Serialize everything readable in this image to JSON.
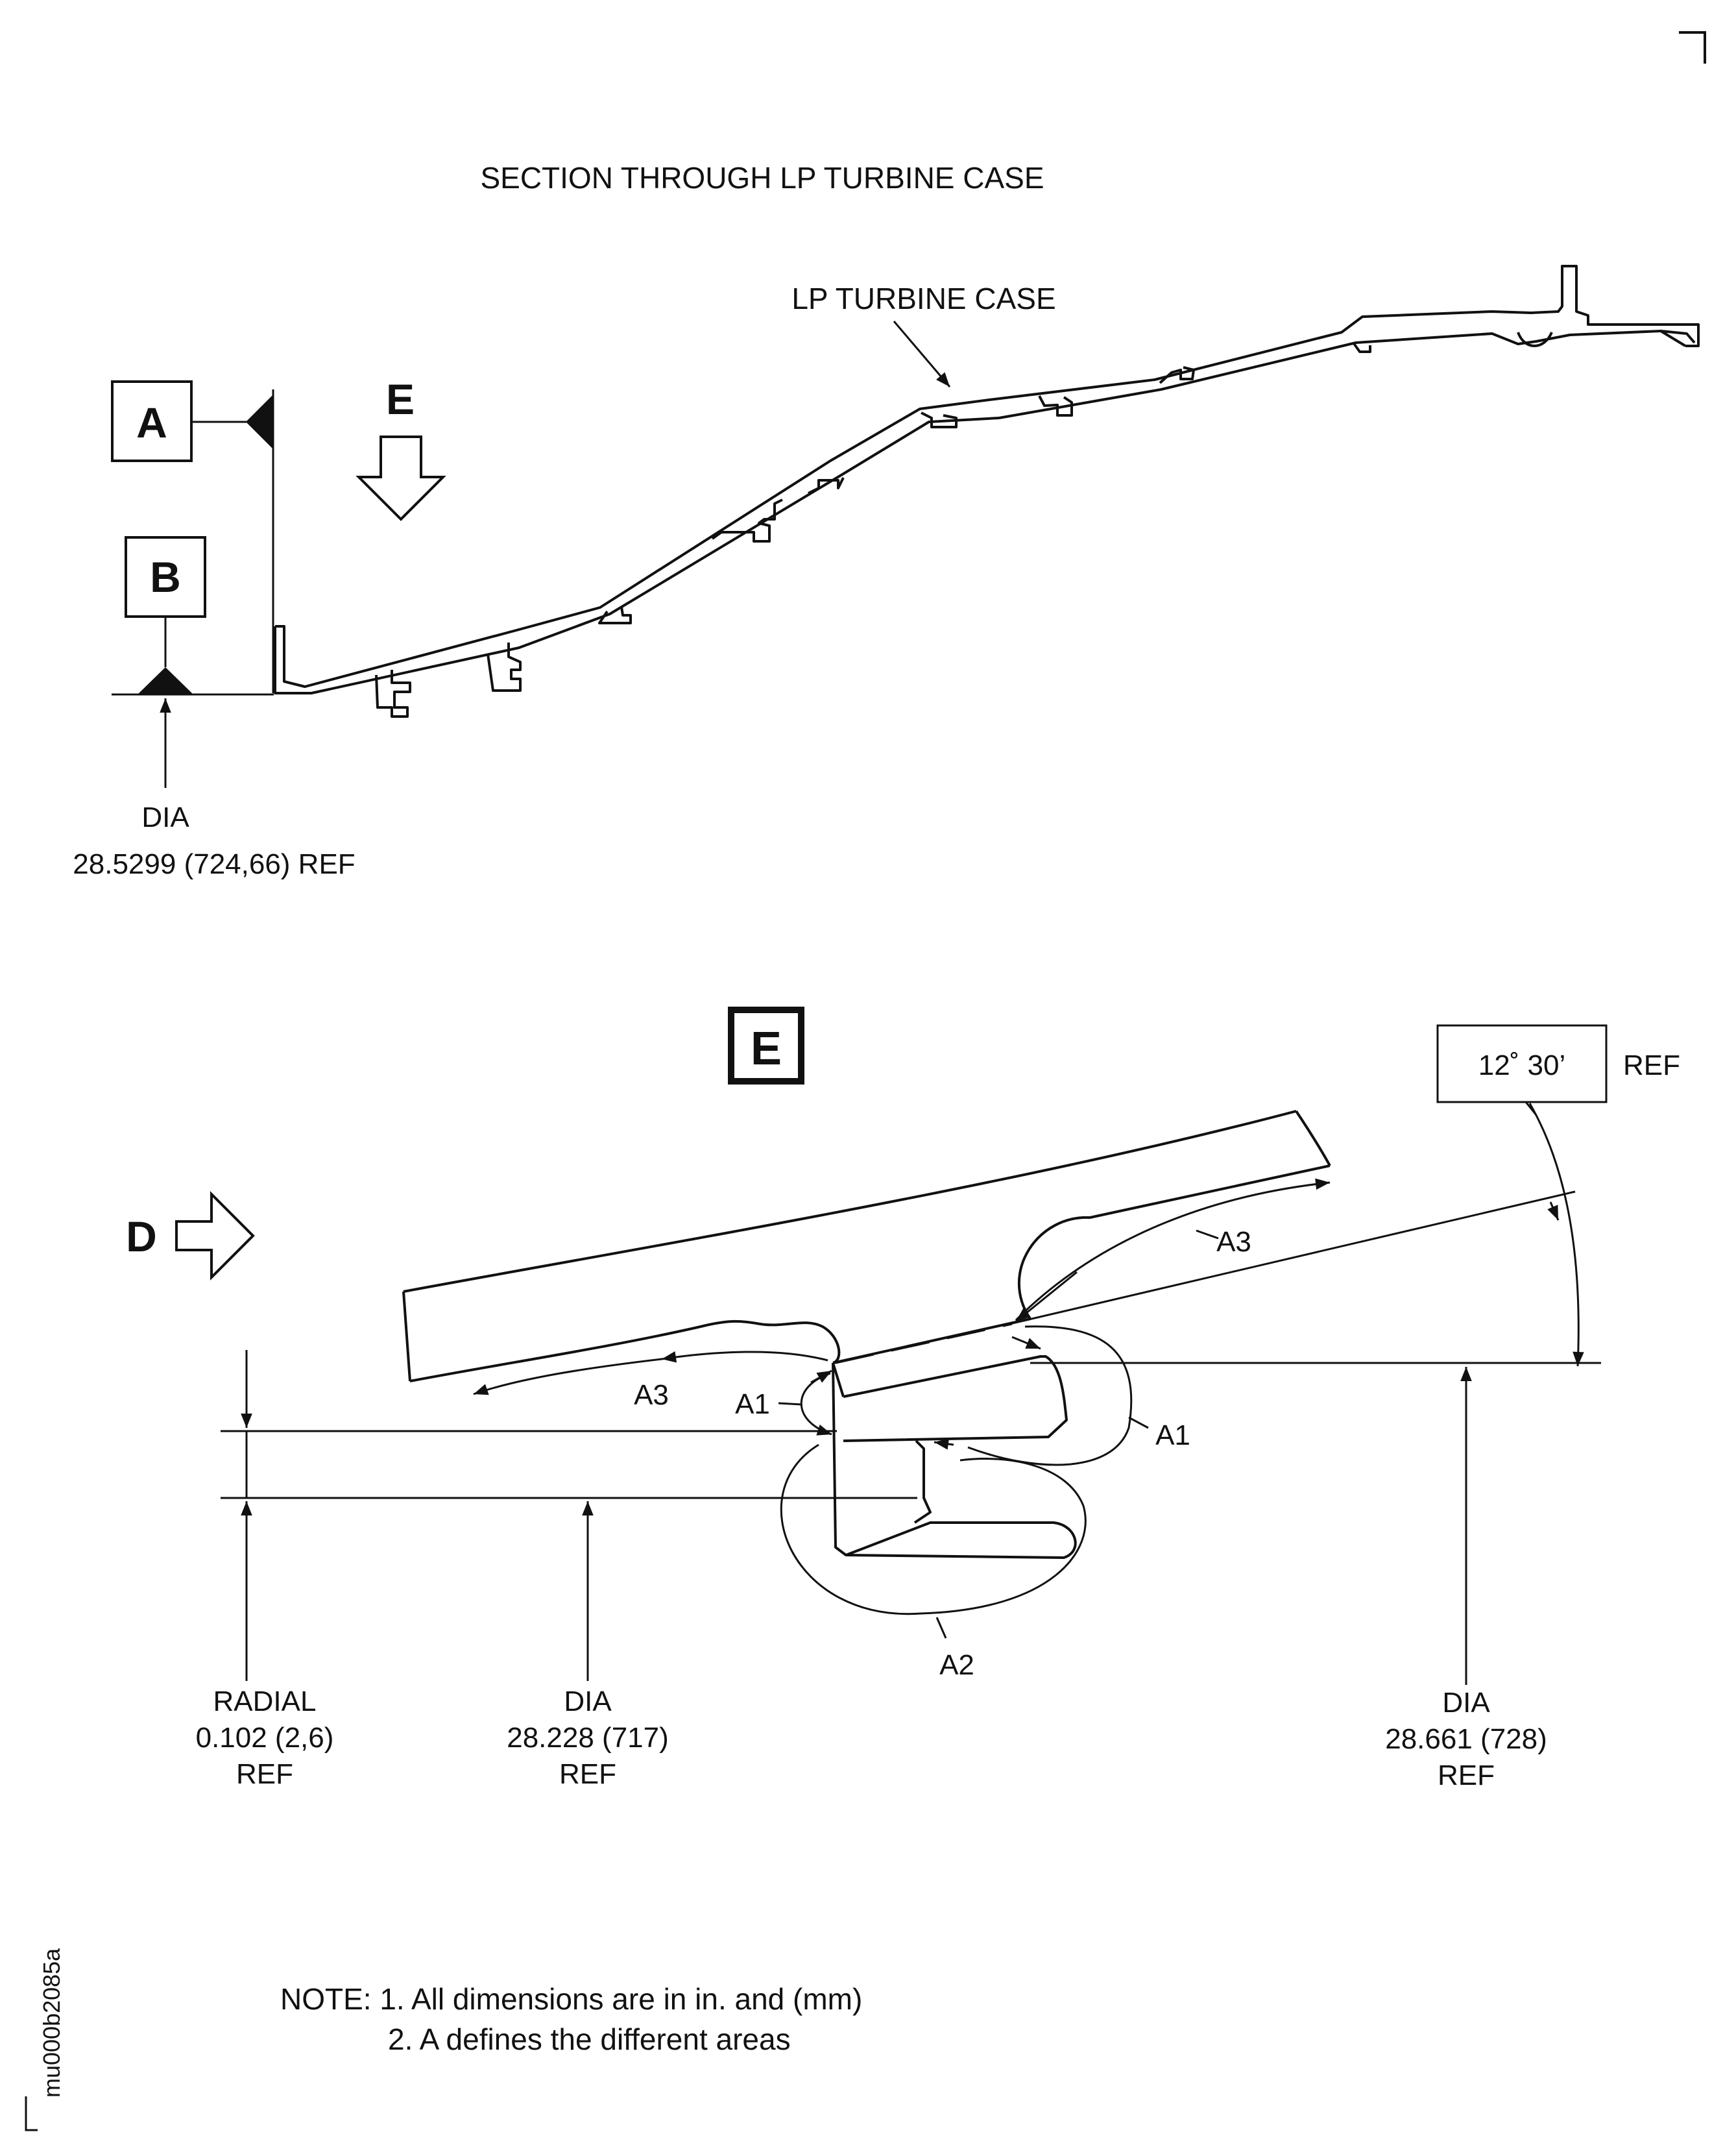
{
  "title": "SECTION THROUGH LP TURBINE CASE",
  "top_view": {
    "case_label": "LP TURBINE CASE",
    "datum_a": "A",
    "datum_b": "B",
    "view_e_marker": "E",
    "dia_label": "DIA",
    "dia_value": "28.5299 (724,66) REF"
  },
  "detail_view": {
    "view_label": "E",
    "direction_marker": "D",
    "angle_box": "12˚ 30’",
    "angle_ref": "REF",
    "areas": {
      "a3_left": "A3",
      "a3_right": "A3",
      "a1_left": "A1",
      "a1_right": "A1",
      "a2": "A2"
    },
    "radial": {
      "label": "RADIAL",
      "value": "0.102 (2,6)",
      "ref": "REF"
    },
    "dia_inner": {
      "label": "DIA",
      "value": "28.228 (717)",
      "ref": "REF"
    },
    "dia_outer": {
      "label": "DIA",
      "value": "28.661 (728)",
      "ref": "REF"
    }
  },
  "notes": {
    "line1": "NOTE: 1. All dimensions are in in. and (mm)",
    "line2": "2. A defines the different areas"
  },
  "figure_id": "mu000b2085a"
}
